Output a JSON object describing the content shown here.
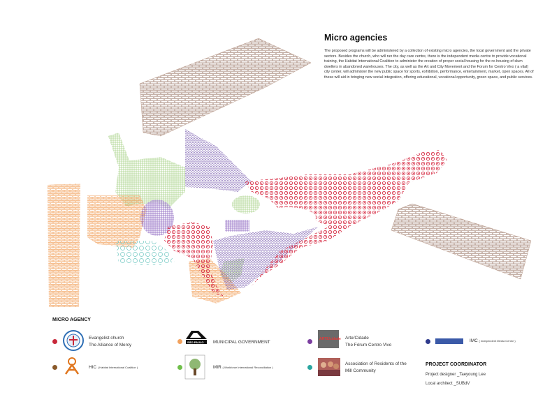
{
  "heading": "Micro agencies",
  "description": "The proposed programs will be administered by a collection of existing micro agencies, the local government and the private sectors. Besides the church, who will run the day care centre, there is the independent media centre to provide vocational training, the Habitat International Coalition to administer the creation of proper social housing for the re-housing of slum dwellers in abandoned warehouses. The city, as well as the Art and City Movement and the Forum for Centro Vivo ( a vital) city center, will administer the new public space for sports, exhibition, performance, entertainment, market, open spaces. All of these will aid in bringing new social integration, offering educational, vocational opportunity, green space, and public services.",
  "legend": {
    "title": "MICRO AGENCY",
    "church": {
      "line1": "Evangelist church",
      "line2": "The Alliance of Mercy",
      "color": "#c8283a"
    },
    "municipal": {
      "line1": "MUNICIPAL GOVERNMENT",
      "color": "#f2a25e",
      "logo_text": "SÃO PAULO"
    },
    "arte": {
      "line1": "Arte/Cidade",
      "line2": "The Fórum Centro Vivo",
      "color": "#7b3fa0",
      "logo_text": "ARTE/cidade"
    },
    "imc": {
      "line1": "IMC",
      "line1_small": "( Independent Media Centre )",
      "color": "#2e3a8c"
    },
    "hic": {
      "line1": "HIC",
      "line1_small": "( Habitat International Coalition )",
      "color": "#8a5a2b"
    },
    "mir": {
      "line1": "MIR",
      "line1_small": "( Workforce International Reconciliation )",
      "color": "#6fbf4a"
    },
    "residents": {
      "line1": "Association of Residents of the",
      "line2": "Mill Community",
      "color": "#2aa6a0"
    }
  },
  "coordinator": {
    "title": "PROJECT COORDINATOR",
    "designer": "Project designer _Taeyoung Lee",
    "architect": "Local architect _SUBdV"
  },
  "colors": {
    "brick": "#9c7a6a",
    "orange": "#f2a25e",
    "red": "#d8334a",
    "purple": "#7b5fb0",
    "green": "#9ccc7a",
    "teal": "#6cc6c0"
  }
}
